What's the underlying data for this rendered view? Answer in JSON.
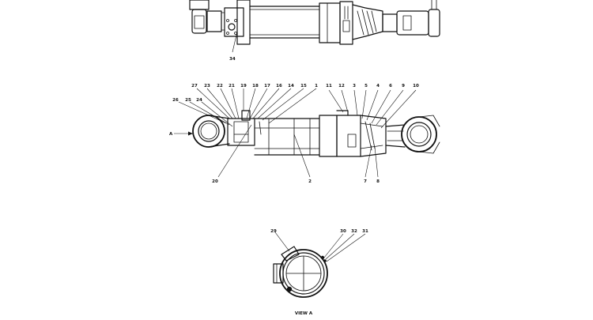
{
  "callouts": {
    "top": [
      "34"
    ],
    "middle_top": [
      "27",
      "23",
      "22",
      "21",
      "19",
      "18",
      "17",
      "16",
      "14",
      "15",
      "1",
      "11",
      "12",
      "3",
      "5",
      "4",
      "6",
      "9",
      "10"
    ],
    "middle_left": [
      "26",
      "25",
      "24"
    ],
    "middle_bottom": [
      "20",
      "2",
      "7",
      "8"
    ],
    "view_a": [
      "29",
      "30",
      "32",
      "31"
    ]
  },
  "view_marker": "A",
  "view_caption": "VIEW A"
}
